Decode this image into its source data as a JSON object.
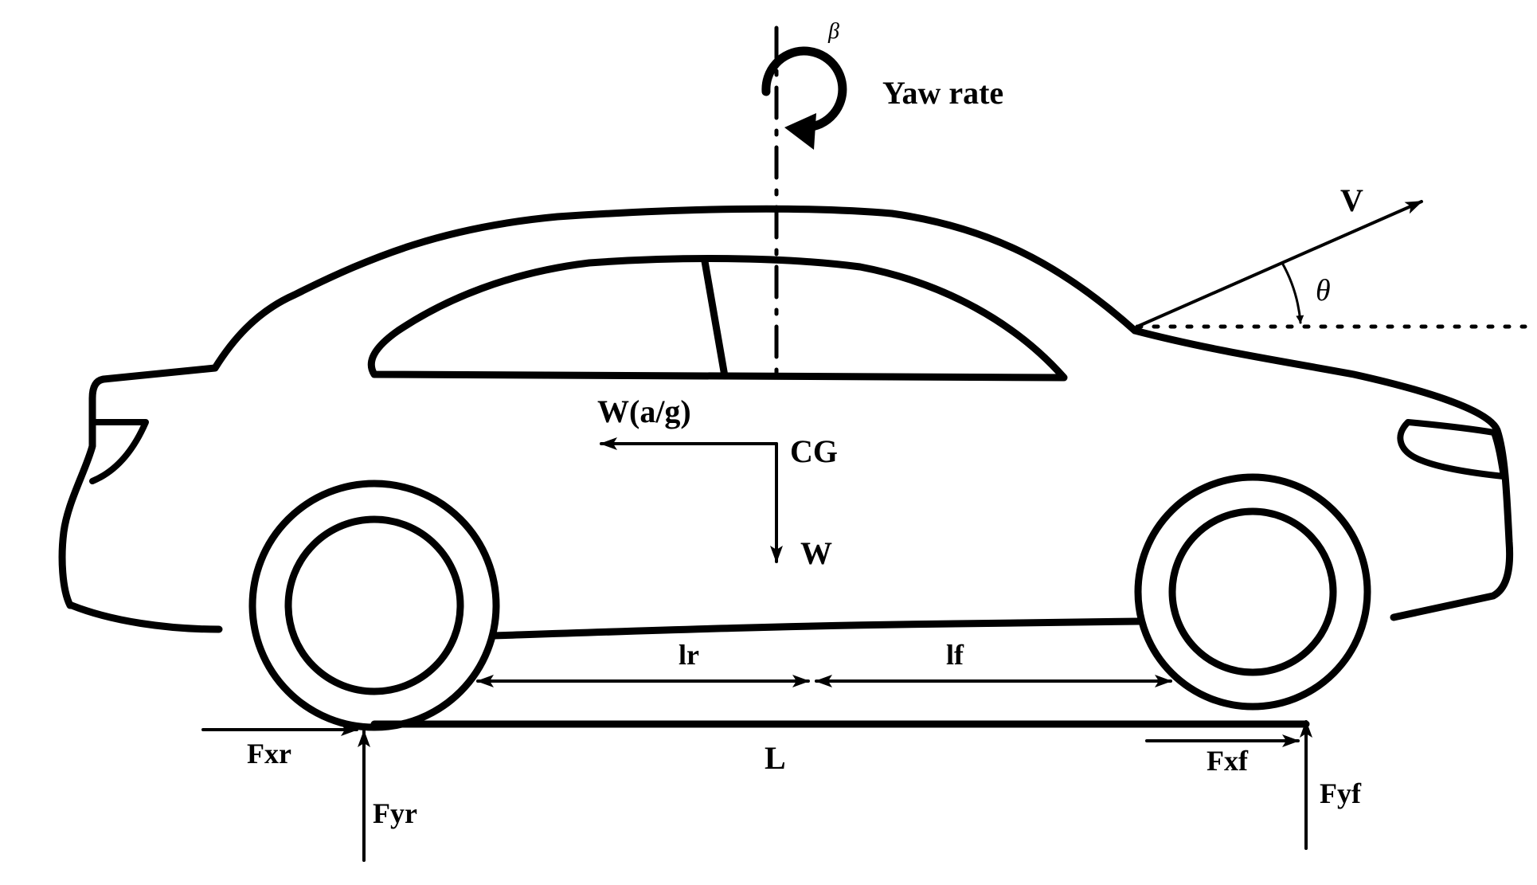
{
  "labels": {
    "yaw_symbol": "β",
    "yaw_rate": "Yaw rate",
    "velocity": "V",
    "angle": "θ",
    "inertial_force": "W(a/g)",
    "cg": "CG",
    "weight": "W",
    "lr": "lr",
    "lf": "lf",
    "wheelbase": "L",
    "fxr": "Fxr",
    "fyr": "Fyr",
    "fxf": "Fxf",
    "fyf": "Fyf"
  },
  "colors": {
    "ink": "#000000",
    "background": "#ffffff"
  }
}
